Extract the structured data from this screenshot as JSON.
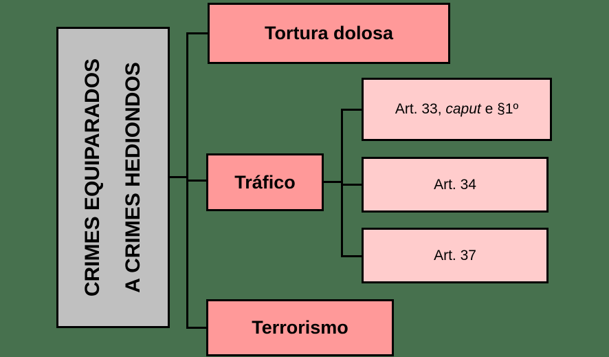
{
  "diagram": {
    "type": "hierarchy-flowchart",
    "background_color": "#47714E",
    "line_color": "#000000",
    "root": {
      "label_line1": "CRIMES EQUIPARADOS",
      "label_line2": "A CRIMES HEDIONDOS",
      "fill": "#C0C0C0",
      "text_rotation_deg": -90
    },
    "branches": {
      "tortura": {
        "label": "Tortura dolosa",
        "fill": "#FF9999"
      },
      "trafico": {
        "label": "Tráfico",
        "fill": "#FF9999"
      },
      "terrorismo": {
        "label": "Terrorismo",
        "fill": "#FF9999"
      }
    },
    "trafico_children": {
      "art33": {
        "label_prefix": "Art. 33, ",
        "label_italic": "caput",
        "label_suffix": " e §1º",
        "fill": "#FFCCCC"
      },
      "art34": {
        "label": "Art. 34",
        "fill": "#FFCCCC"
      },
      "art37": {
        "label": "Art. 37",
        "fill": "#FFCCCC"
      }
    }
  }
}
